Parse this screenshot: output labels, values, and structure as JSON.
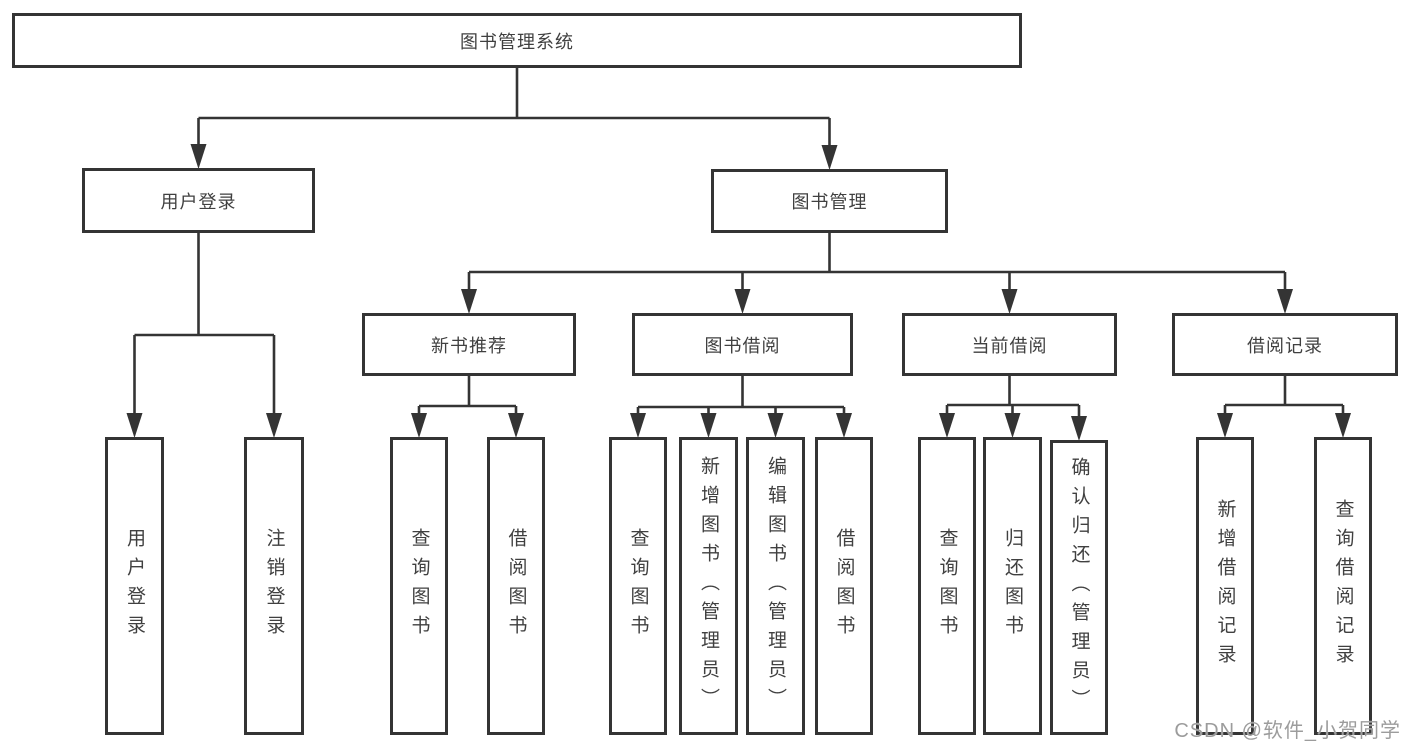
{
  "diagram": {
    "type": "tree",
    "title": "图书管理系统",
    "colors": {
      "line": "#343434",
      "box_border": "#343434",
      "text": "#404040",
      "background": "#ffffff",
      "watermark_text_color": "#9c9c9c"
    },
    "nodes": {
      "root": {
        "label": "图书管理系统",
        "parent": null
      },
      "login": {
        "label": "用户登录",
        "parent": "root"
      },
      "mgmt": {
        "label": "图书管理",
        "parent": "root"
      },
      "newrec": {
        "label": "新书推荐",
        "parent": "mgmt"
      },
      "borrow": {
        "label": "图书借阅",
        "parent": "mgmt"
      },
      "current": {
        "label": "当前借阅",
        "parent": "mgmt"
      },
      "records": {
        "label": "借阅记录",
        "parent": "mgmt"
      },
      "leaf_login": {
        "label": "用户登录",
        "parent": "login"
      },
      "leaf_logout": {
        "label": "注销登录",
        "parent": "login"
      },
      "nr_query": {
        "label": "查询图书",
        "parent": "newrec"
      },
      "nr_borrow": {
        "label": "借阅图书",
        "parent": "newrec"
      },
      "bw_query": {
        "label": "查询图书",
        "parent": "borrow"
      },
      "bw_add": {
        "label": "新增图书（管理员）",
        "parent": "borrow"
      },
      "bw_edit": {
        "label": "编辑图书（管理员）",
        "parent": "borrow"
      },
      "bw_borrow": {
        "label": "借阅图书",
        "parent": "borrow"
      },
      "cu_query": {
        "label": "查询图书",
        "parent": "current"
      },
      "cu_return": {
        "label": "归还图书",
        "parent": "current"
      },
      "cu_confirm": {
        "label": "确认归还（管理员）",
        "parent": "current"
      },
      "rc_add": {
        "label": "新增借阅记录",
        "parent": "records"
      },
      "rc_query": {
        "label": "查询借阅记录",
        "parent": "records"
      }
    },
    "watermark": "CSDN @软件_小贺同学"
  }
}
